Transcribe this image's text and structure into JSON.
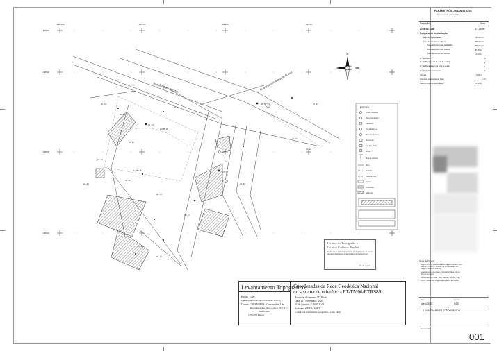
{
  "map": {
    "roads": [
      "Rua Joaquim Serafim",
      "Rua Joaquim Maria de Sousa"
    ],
    "lots": [
      "Lote A",
      "Lote B"
    ],
    "grid_labels": [
      "-100000",
      "-99950",
      "-99900",
      "-99850"
    ],
    "grid_labels_y": [
      "-99450",
      "-99500",
      "-99550",
      "-99600",
      "-99650"
    ]
  },
  "legend": {
    "title": "LEGENDA",
    "items": [
      "Vértice / Estação",
      "Marco Geodésico",
      "Candeeiro",
      "Poste Eléctrico",
      "Boca de Incêndio",
      "Sumidouro",
      "Caixa de Visita",
      "Árvore",
      "Sinal de Trânsito",
      "Muro",
      "Vedação",
      "Limite de Lote",
      "Passeio",
      "Via Pública",
      "Edificado"
    ]
  },
  "stamp": {
    "line1": "Técnico de Topografia e",
    "line2": "Técnico Cadastro Predial",
    "cert": "Declaro que o levantamento foi efectuado com os meios técnicos adequados e respeita as normas em vigor.",
    "number": "N.º de registo"
  },
  "title_block": {
    "title": "Levantamento Topográfico",
    "escala_label": "Escala: ",
    "escala_value": "1/200",
    "equid_label": "Equidistância das curvas de nível: ",
    "equid_value": "0,20 m",
    "cliente_label": "Cliente: ",
    "cliente_value": "COLSANTOS - Construções, Lda",
    "morada1": "Rua Wenceslau Pinto, Lote 6, 3C + 2 C",
    "morada2": "Santa Clara",
    "morada3": "1750-471 Lisboa",
    "coords_title": "Coordenadas da Rede Geodésica Nacional",
    "coords_sub": "no sistema de referência PT-TM06/ETRS89",
    "area_label": "Área total do terreno: ",
    "area_value": "377,86 m²",
    "data_label": "Data: ",
    "data_value": "15 / Novembro / 2020",
    "arquivo_label": "Nº de Arquivo: ",
    "arquivo_value": "© 2020.11.01",
    "software_label": "Software: ",
    "software_value": "SIERRASOFT",
    "footer": "Conteúdo: Levantamento topográfico a cores 1/200"
  },
  "right_panel": {
    "heading": "PARÂMETROS URBANÍSTICOS",
    "sub": "Área a ocupar pelo edifício",
    "col_desc": "Descrição",
    "col_area": "Área",
    "rows": [
      {
        "label": "Área do Lote",
        "value": "377,86 m²"
      },
      {
        "label": "Polígono de Implantação",
        "value": ""
      },
      {
        "label": "Área de Implantação",
        "value": "155,00 m²"
      },
      {
        "label": "Área de Construção Total",
        "value": "465,00 m²"
      },
      {
        "label": "Área de Construção Habitação",
        "value": "380,00 m²"
      },
      {
        "label": "Área de Construção Anexos",
        "value": "45,00 m²"
      },
      {
        "label": "Área de Construção Telheiro",
        "value": "11,00 m²"
      },
      {
        "label": "N.º de Pisos",
        "value": "3"
      },
      {
        "label": "N.º de Pisos acima da cota de soleira",
        "value": "2"
      },
      {
        "label": "N.º de Pisos abaixo da cota de soleira",
        "value": "1"
      },
      {
        "label": "N.º de Estacionamentos",
        "value": "2"
      },
      {
        "label": "Cércea",
        "value": "9,50 m"
      },
      {
        "label": "Índice de Utilização do Solo",
        "value": "1,23"
      },
      {
        "label": "Área de Impermeabilização",
        "value": "15,00 m²"
      }
    ],
    "notes_title": "Notas de Projecto",
    "notes": [
      "Terreno urbano situado na Rua Joaquim Serafim com área de 377,86 m², descrito na Conservatória do Registo Predial de Lisboa.",
      "Levantamento executado em conformidade com as normas em vigor.",
      "Confrontações: Norte - Rua Joaquim Serafim, Sul - Lote B, Nascente - Rua Joaquim Maria de Sousa."
    ],
    "data_label": "Data",
    "data_value": "Março 2020",
    "escala_label": "Escala",
    "escala_value": "1/200",
    "proj_title": "LEVANTAMENTO TOPOGRÁFICO",
    "des_label": "Nº Desenho",
    "des_number": "001"
  }
}
